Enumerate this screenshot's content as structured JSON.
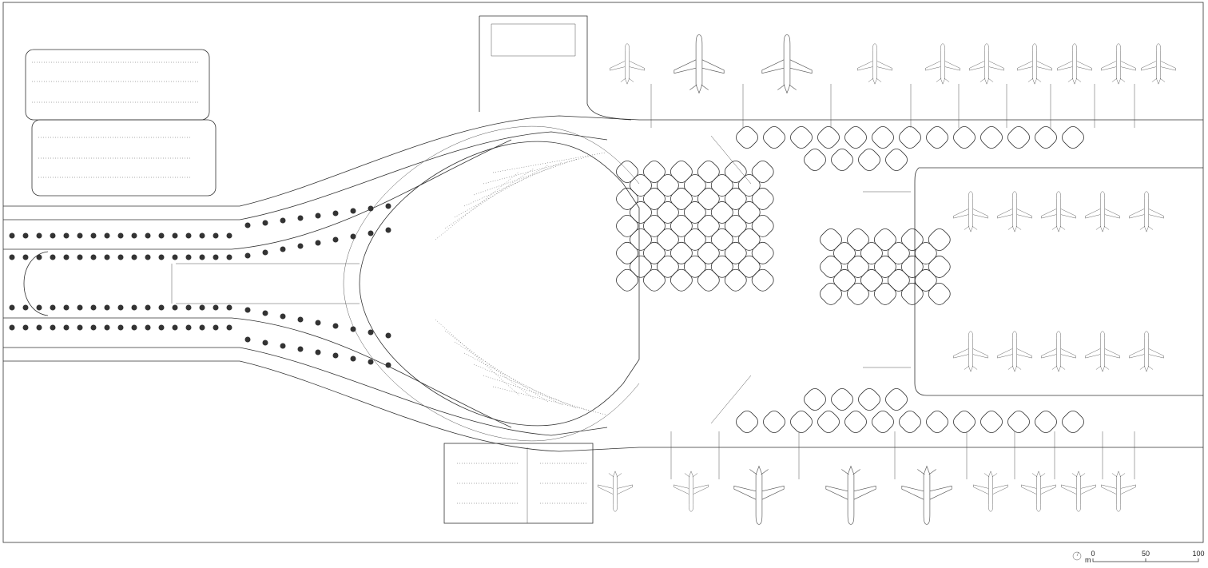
{
  "drawing": {
    "type": "airport terminal site plan",
    "north_arrow_icon": "north-arrow-icon"
  },
  "scale_bar": {
    "unit": "m",
    "labels": [
      "0",
      "50",
      "100"
    ]
  }
}
